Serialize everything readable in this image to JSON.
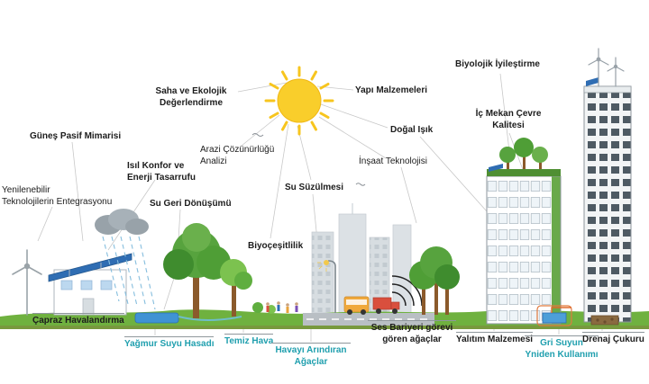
{
  "palette": {
    "accent_teal": "#1F9FAE",
    "sun_yellow": "#F7C51E",
    "foliage_green": "#57A33E",
    "solar_blue": "#2F6DB3",
    "label_black": "#1C1C1C"
  },
  "labels": {
    "gunes_pasif_mimarisi": "Güneş Pasif Mimarisi",
    "yenilenebilir": "Yenilenebilir\nTeknolojilerin Entegrasyonu",
    "isil_konfor": "Isıl Konfor ve\nEnerji Tasarrufu",
    "su_geri_donusumu": "Su Geri Dönüşümü",
    "saha_ekolojik": "Saha ve Ekolojik\nDeğerlendirme",
    "arazi_cozunurlugu": "Arazi Çözünürlüğü\nAnalizi",
    "su_suzulmesi": "Su Süzülmesi",
    "biyocesitlilik": "Biyoçeşitlilik",
    "yapi_malzemeleri": "Yapı Malzemeleri",
    "dogal_isik": "Doğal Işık",
    "insaat_teknolojisi": "İnşaat Teknolojisi",
    "biyolojik_iyilestirme": "Biyolojik İyileştirme",
    "ic_mekan": "İç Mekan Çevre\nKalitesi",
    "capraz_havalandirma": "Çapraz Havalandırma",
    "yagmur_suyu": "Yağmur Suyu Hasadı",
    "temiz_hava": "Temiz Hava",
    "havayi_arindiran": "Havayı Arındıran\nAğaçlar",
    "ses_bariyeri": "Ses Bariyeri görevi\ngören ağaçlar",
    "yalitim_malzemesi": "Yalıtım Malzemesi",
    "gri_suyun": "Gri Suyun\nYniden Kullanımı",
    "drenaj_cukuru": "Drenaj Çukuru"
  },
  "scene_icons": [
    "sun-icon",
    "wind-turbine-icon",
    "solar-panel-icon",
    "rain-cloud-icon",
    "tree-icon",
    "pond-icon",
    "city-skyline",
    "street-lamp-icon",
    "bus-icon",
    "truck-icon",
    "sound-wave-arcs-icon",
    "green-roof-building",
    "highrise-building",
    "rooftop-wind-turbines",
    "grey-water-tank-icon",
    "drainage-pit-icon"
  ]
}
